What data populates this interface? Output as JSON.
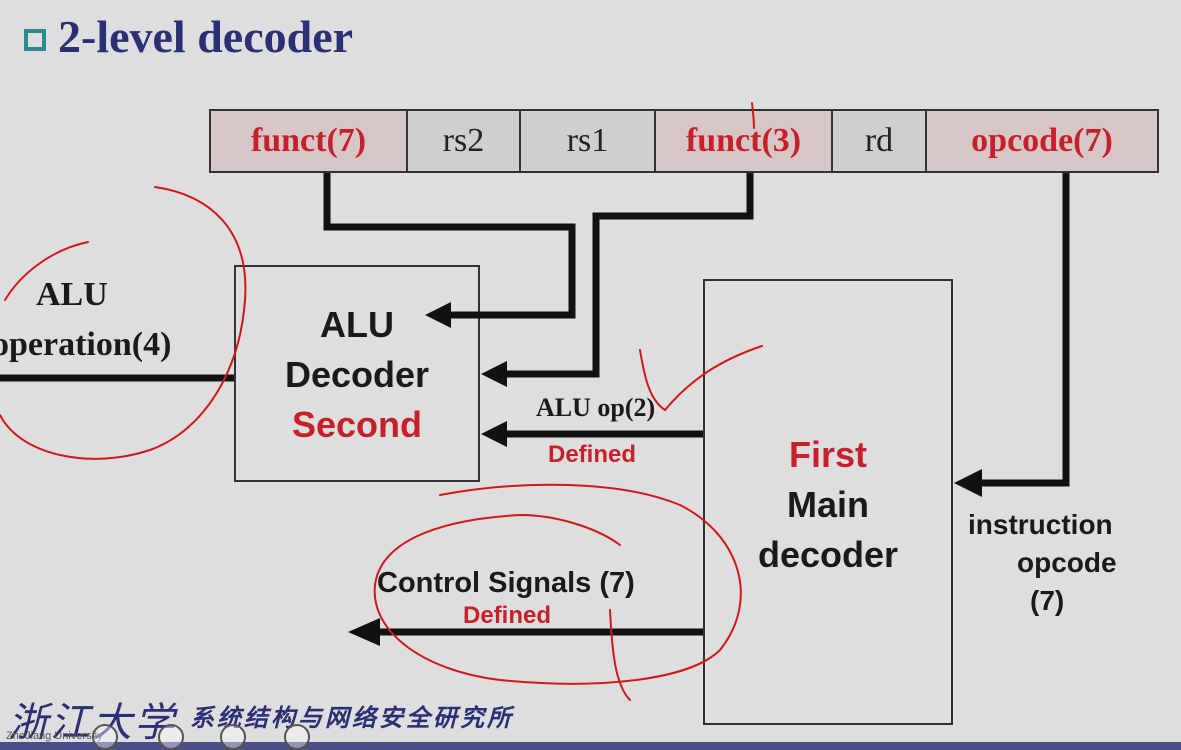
{
  "title": "2-level decoder",
  "fields": [
    {
      "label": "funct(7)",
      "highlight": true
    },
    {
      "label": "rs2",
      "highlight": false
    },
    {
      "label": "rs1",
      "highlight": false
    },
    {
      "label": "funct(3)",
      "highlight": true
    },
    {
      "label": "rd",
      "highlight": false
    },
    {
      "label": "opcode(7)",
      "highlight": true
    }
  ],
  "alu_decoder": {
    "line1": "ALU",
    "line2": "Decoder",
    "line3": "Second"
  },
  "main_decoder": {
    "line1": "First",
    "line2": "Main",
    "line3": "decoder"
  },
  "alu_operation": {
    "line1": "ALU",
    "line2": "operation(4)"
  },
  "alu_op": {
    "label": "ALU op(2)",
    "tag": "Defined"
  },
  "control_signals": {
    "label": "Control Signals (7)",
    "tag": "Defined"
  },
  "instruction_opcode": {
    "line1": "instruction",
    "line2": "opcode",
    "line3": "(7)"
  },
  "footer": {
    "university": "浙江大学",
    "institute": "系统结构与网络安全研究所",
    "sub": "ZheJiang University"
  },
  "colors": {
    "accent_red": "#c8202a",
    "title_blue": "#2b2f73",
    "annotation_red": "#d01818"
  }
}
